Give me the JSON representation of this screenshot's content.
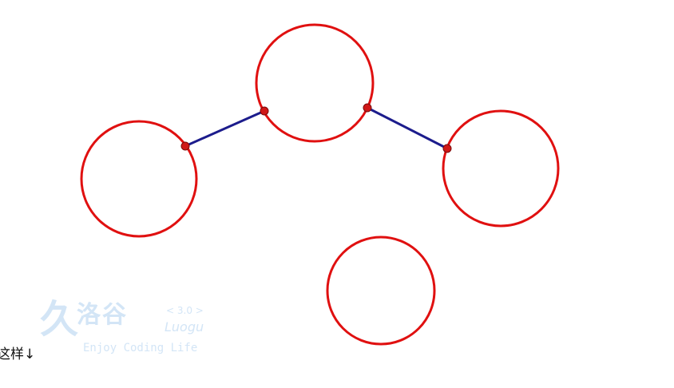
{
  "caption": "这样↓",
  "watermark": {
    "mark": "久",
    "name_cn": "洛谷",
    "version": "< 3.0 >",
    "name_latin": "Luogu",
    "slogan": "Enjoy Coding Life"
  },
  "colors": {
    "circle": "#e01010",
    "edge": "#1c1c8c",
    "point_fill": "#d01818",
    "point_stroke": "#7a0a0a",
    "watermark": "#cfe3f6"
  }
}
